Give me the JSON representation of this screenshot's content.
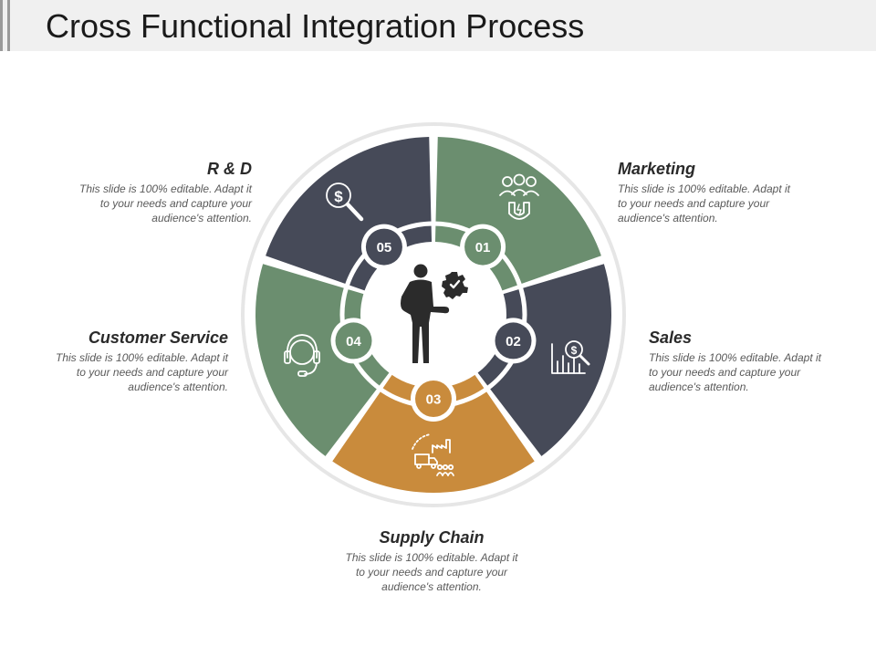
{
  "title": "Cross Functional Integration Process",
  "segments": [
    {
      "number": "01",
      "label": "Marketing",
      "icon": "users-magnet-icon",
      "color": "#6b8e6f",
      "description": "This slide is 100% editable. Adapt it to your needs and capture your audience's attention."
    },
    {
      "number": "02",
      "label": "Sales",
      "icon": "dollar-chart-icon",
      "color": "#464a58",
      "description": "This slide is 100% editable. Adapt it to your needs and capture your audience's attention."
    },
    {
      "number": "03",
      "label": "Supply Chain",
      "icon": "factory-truck-icon",
      "color": "#c98b3c",
      "description": "This slide is 100% editable. Adapt it to your needs and capture your audience's attention."
    },
    {
      "number": "04",
      "label": "Customer Service",
      "icon": "headset-icon",
      "color": "#6b8e6f",
      "description": "This slide is 100% editable. Adapt it to your needs and capture your audience's attention."
    },
    {
      "number": "05",
      "label": "R & D",
      "icon": "dollar-search-icon",
      "color": "#464a58",
      "description": "This slide is 100% editable. Adapt it to your needs and capture your audience's attention."
    }
  ],
  "center_icon": "businessman-gear-icon"
}
